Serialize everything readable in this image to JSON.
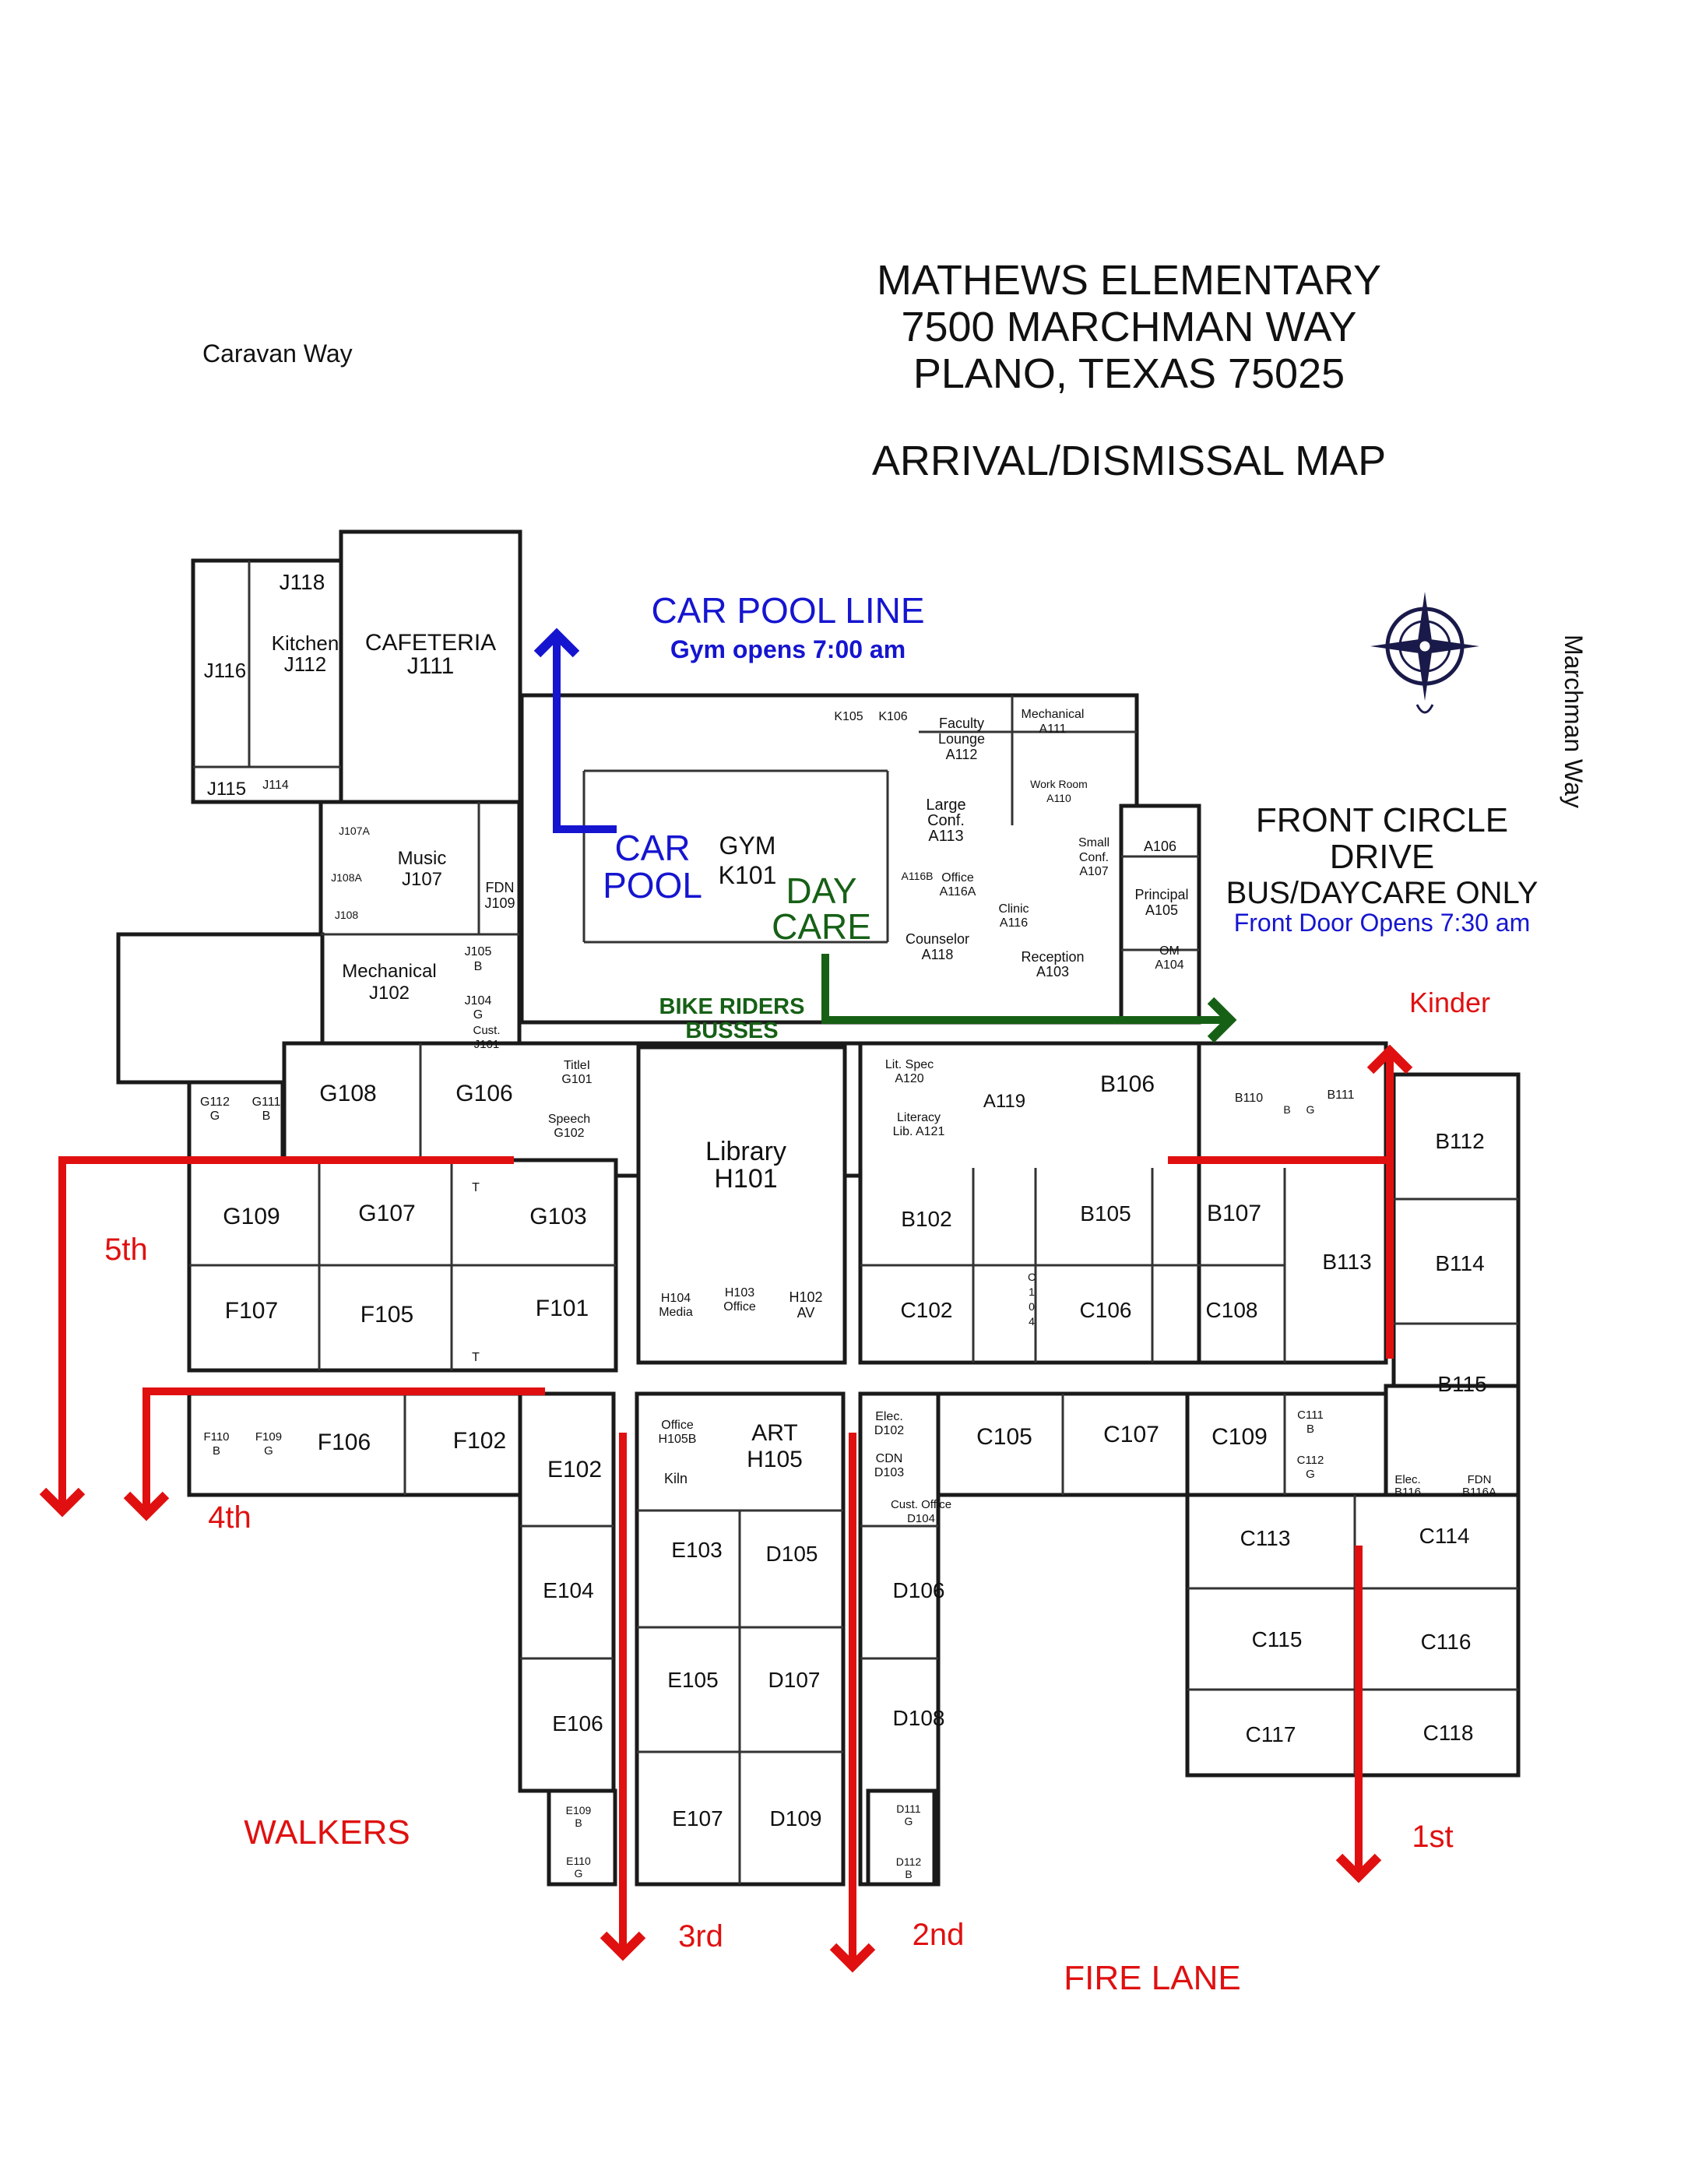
{
  "title": {
    "line1": "MATHEWS ELEMENTARY",
    "line2": "7500 MARCHMAN WAY",
    "line3": "PLANO, TEXAS  75025",
    "line4": "ARRIVAL/DISMISSAL MAP"
  },
  "streets": {
    "west": "Caravan Way",
    "east": "Marchman Way",
    "south": "FIRE LANE"
  },
  "annotations": {
    "car_pool_line": "CAR POOL LINE",
    "gym_opens": "Gym opens 7:00 am",
    "car": "CAR",
    "pool": "POOL",
    "day": "DAY",
    "care": "CARE",
    "bike_riders": "BIKE RIDERS",
    "busses": "BUSSES",
    "front_circle": "FRONT CIRCLE",
    "drive": "DRIVE",
    "bus_daycare": "BUS/DAYCARE ONLY",
    "front_door": "Front Door Opens 7:30 am",
    "kinder": "Kinder",
    "walkers": "WALKERS"
  },
  "grades": {
    "g5": "5th",
    "g4": "4th",
    "g3": "3rd",
    "g2": "2nd",
    "g1": "1st"
  },
  "colors": {
    "blue": "#1515d0",
    "green": "#166016",
    "red": "#e01010",
    "wall": "#1a1a1a"
  },
  "icons": {
    "compass": "compass-rose-icon"
  },
  "rooms": [
    {
      "label": "J118"
    },
    {
      "label": "Kitchen"
    },
    {
      "label": "J112"
    },
    {
      "label": "J116"
    },
    {
      "label": "CAFETERIA"
    },
    {
      "label": "J111"
    },
    {
      "label": "J115"
    },
    {
      "label": "J114"
    },
    {
      "label": "J107A"
    },
    {
      "label": "Music"
    },
    {
      "label": "J107"
    },
    {
      "label": "J108A"
    },
    {
      "label": "J108"
    },
    {
      "label": "FDN"
    },
    {
      "label": "J109"
    },
    {
      "label": "Mechanical"
    },
    {
      "label": "J102"
    },
    {
      "label": "J105"
    },
    {
      "label": "B"
    },
    {
      "label": "J104"
    },
    {
      "label": "G"
    },
    {
      "label": "Cust."
    },
    {
      "label": "J101"
    },
    {
      "label": "GYM"
    },
    {
      "label": "K101"
    },
    {
      "label": "K105"
    },
    {
      "label": "K106"
    },
    {
      "label": "Faculty"
    },
    {
      "label": "Lounge"
    },
    {
      "label": "A112"
    },
    {
      "label": "Mechanical"
    },
    {
      "label": "A111"
    },
    {
      "label": "Work Room"
    },
    {
      "label": "A110"
    },
    {
      "label": "Large"
    },
    {
      "label": "Conf."
    },
    {
      "label": "A113"
    },
    {
      "label": "A116B"
    },
    {
      "label": "Office"
    },
    {
      "label": "A116A"
    },
    {
      "label": "Small"
    },
    {
      "label": "Conf."
    },
    {
      "label": "A107"
    },
    {
      "label": "A106"
    },
    {
      "label": "Clinic"
    },
    {
      "label": "A116"
    },
    {
      "label": "Principal"
    },
    {
      "label": "A105"
    },
    {
      "label": "Counselor"
    },
    {
      "label": "A118"
    },
    {
      "label": "Reception"
    },
    {
      "label": "A103"
    },
    {
      "label": "OM"
    },
    {
      "label": "A104"
    },
    {
      "label": "G112"
    },
    {
      "label": "G"
    },
    {
      "label": "G111"
    },
    {
      "label": "B"
    },
    {
      "label": "G108"
    },
    {
      "label": "G106"
    },
    {
      "label": "TitleI"
    },
    {
      "label": "G101"
    },
    {
      "label": "Speech"
    },
    {
      "label": "G102"
    },
    {
      "label": "Library"
    },
    {
      "label": "H101"
    },
    {
      "label": "Lit. Spec"
    },
    {
      "label": "A120"
    },
    {
      "label": "Literacy"
    },
    {
      "label": "Lib. A121"
    },
    {
      "label": "A119"
    },
    {
      "label": "B106"
    },
    {
      "label": "B110"
    },
    {
      "label": "B"
    },
    {
      "label": "G"
    },
    {
      "label": "B111"
    },
    {
      "label": "B112"
    },
    {
      "label": "G109"
    },
    {
      "label": "G107"
    },
    {
      "label": "T"
    },
    {
      "label": "G103"
    },
    {
      "label": "B102"
    },
    {
      "label": "B105"
    },
    {
      "label": "B107"
    },
    {
      "label": "B113"
    },
    {
      "label": "B114"
    },
    {
      "label": "F107"
    },
    {
      "label": "F105"
    },
    {
      "label": "F101"
    },
    {
      "label": "T"
    },
    {
      "label": "H104"
    },
    {
      "label": "Media"
    },
    {
      "label": "H103"
    },
    {
      "label": "Office"
    },
    {
      "label": "H102"
    },
    {
      "label": "AV"
    },
    {
      "label": "C102"
    },
    {
      "label": "C"
    },
    {
      "label": "1"
    },
    {
      "label": "0"
    },
    {
      "label": "4"
    },
    {
      "label": "C106"
    },
    {
      "label": "C108"
    },
    {
      "label": "B115"
    },
    {
      "label": "F110"
    },
    {
      "label": "B"
    },
    {
      "label": "F109"
    },
    {
      "label": "G"
    },
    {
      "label": "F106"
    },
    {
      "label": "F102"
    },
    {
      "label": "E102"
    },
    {
      "label": "Office"
    },
    {
      "label": "H105B"
    },
    {
      "label": "ART"
    },
    {
      "label": "H105"
    },
    {
      "label": "Kiln"
    },
    {
      "label": "Elec."
    },
    {
      "label": "D102"
    },
    {
      "label": "CDN"
    },
    {
      "label": "D103"
    },
    {
      "label": "C105"
    },
    {
      "label": "C107"
    },
    {
      "label": "C109"
    },
    {
      "label": "C111"
    },
    {
      "label": "B"
    },
    {
      "label": "C112"
    },
    {
      "label": "G"
    },
    {
      "label": "Elec."
    },
    {
      "label": "B116"
    },
    {
      "label": "FDN"
    },
    {
      "label": "B116A"
    },
    {
      "label": "Cust. Office"
    },
    {
      "label": "D104"
    },
    {
      "label": "E103"
    },
    {
      "label": "D105"
    },
    {
      "label": "E104"
    },
    {
      "label": "D106"
    },
    {
      "label": "C113"
    },
    {
      "label": "C114"
    },
    {
      "label": "E105"
    },
    {
      "label": "D107"
    },
    {
      "label": "C115"
    },
    {
      "label": "C116"
    },
    {
      "label": "E106"
    },
    {
      "label": "D108"
    },
    {
      "label": "C117"
    },
    {
      "label": "C118"
    },
    {
      "label": "E107"
    },
    {
      "label": "D109"
    },
    {
      "label": "E109"
    },
    {
      "label": "B"
    },
    {
      "label": "D111"
    },
    {
      "label": "G"
    },
    {
      "label": "E110"
    },
    {
      "label": "G"
    },
    {
      "label": "D112"
    },
    {
      "label": "B"
    }
  ]
}
